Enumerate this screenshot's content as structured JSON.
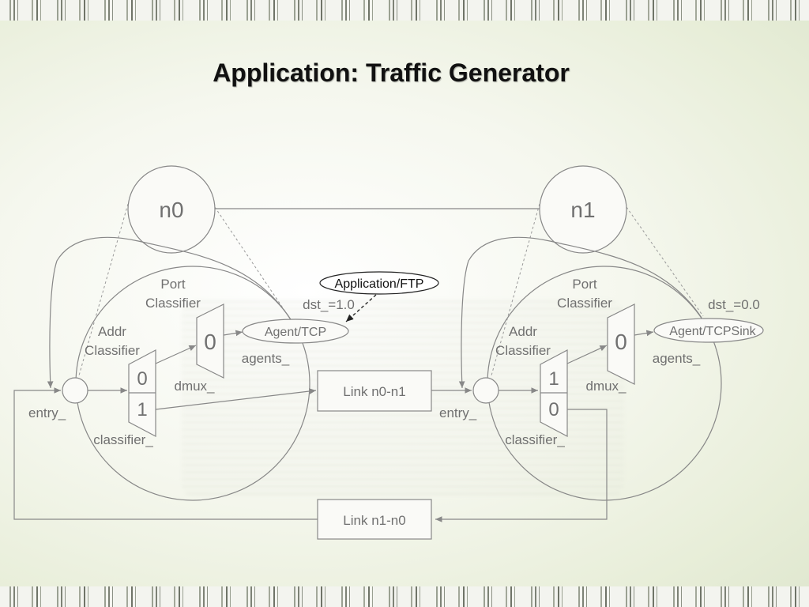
{
  "slide": {
    "title": "Application: Traffic Generator"
  },
  "diagram": {
    "node0": {
      "name": "n0",
      "port_classifier": [
        "Port",
        "Classifier"
      ],
      "addr_classifier": [
        "Addr",
        "Classifier"
      ],
      "classifier_slots": [
        "0",
        "1"
      ],
      "dmux_slot": "0",
      "agent": "Agent/TCP",
      "dst": "dst_=1.0",
      "agents_label": "agents_",
      "dmux_label": "dmux_",
      "entry_label": "entry_",
      "classifier_label": "classifier_"
    },
    "node1": {
      "name": "n1",
      "port_classifier": [
        "Port",
        "Classifier"
      ],
      "addr_classifier": [
        "Addr",
        "Classifier"
      ],
      "classifier_slots": [
        "1",
        "0"
      ],
      "dmux_slot": "0",
      "agent": "Agent/TCPSink",
      "dst": "dst_=0.0",
      "agents_label": "agents_",
      "dmux_label": "dmux_",
      "entry_label": "entry_",
      "classifier_label": "classifier_"
    },
    "application": "Application/FTP",
    "link_fwd": "Link n0-n1",
    "link_back": "Link n1-n0"
  }
}
